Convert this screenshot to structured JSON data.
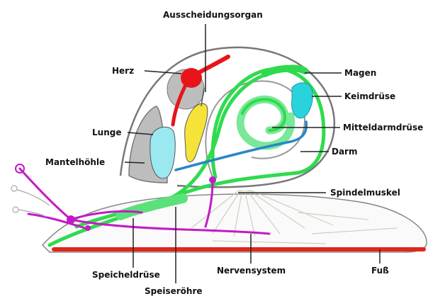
{
  "labels": {
    "ausscheidungsorgan": "Ausscheidungsorgan",
    "herz": "Herz",
    "lunge": "Lunge",
    "mantelhoehle": "Mantelhöhle",
    "magen": "Magen",
    "keimdruese": "Keimdrüse",
    "mitteldarmdruese": "Mitteldarmdrüse",
    "darm": "Darm",
    "spindelmuskel": "Spindelmuskel",
    "speicheldruese": "Speicheldrüse",
    "speiseroehre": "Speiseröhre",
    "nervensystem": "Nervensystem",
    "fuss": "Fuß"
  },
  "colors": {
    "herz": "#e8141a",
    "lunge": "#8fe6f0",
    "ausscheidungsorgan": "#f6e33a",
    "darm_gruen": "#2fdb4e",
    "keimdruese": "#2ad3dc",
    "darm_blau": "#2a86c6",
    "nerven": "#c41ac6",
    "fuss": "#e0271a",
    "mantel": "#c9c9c9"
  }
}
